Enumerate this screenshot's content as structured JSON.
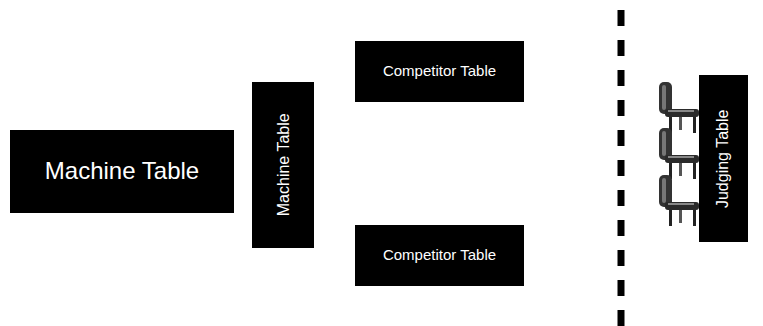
{
  "diagram": {
    "nodes": [
      {
        "text": [
          "Machine Table"
        ]
      },
      {
        "text": [
          "Machine Table"
        ]
      },
      {
        "text": [
          "Competitor Table"
        ]
      },
      {
        "text": [
          "Competitor Table"
        ]
      },
      {
        "text": [
          "Judging Table"
        ]
      }
    ]
  }
}
